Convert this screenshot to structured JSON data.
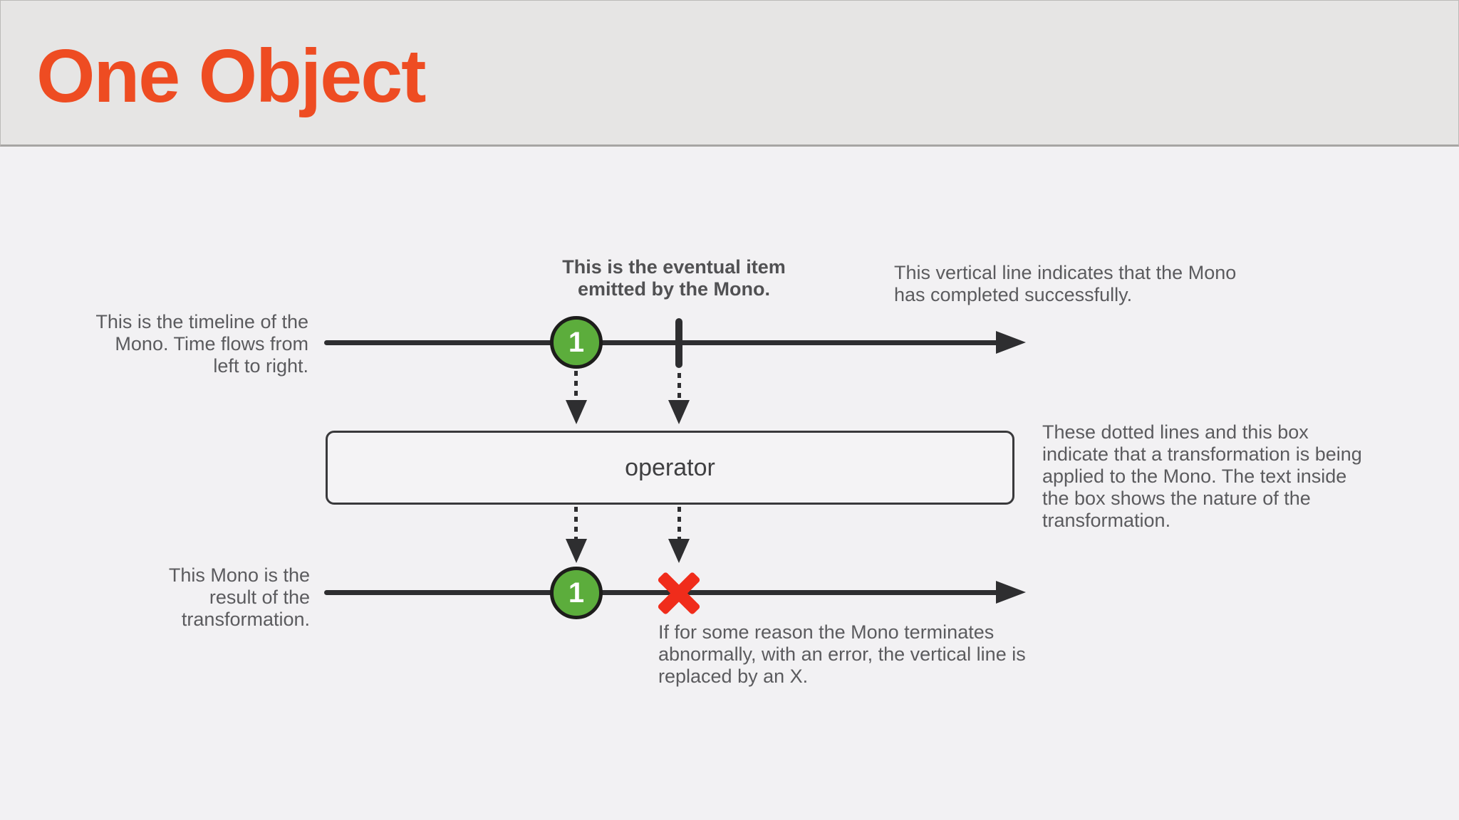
{
  "header": {
    "title": "One Object"
  },
  "colors": {
    "accent": "#ee4c22",
    "header_bg": "#e6e5e4",
    "body_bg": "#f2f1f3",
    "box_bg": "#f4f3f5",
    "ink": "#2e2e30",
    "note_text": "#5b5b5e",
    "marble_green": "#5cad3c",
    "marble_border": "#1d1d1b",
    "error_red": "#f02c1b"
  },
  "diagram": {
    "marble_value": "1",
    "operator_label": "operator",
    "annotations": {
      "eventual_item": "This is the eventual item\nemitted by the Mono.",
      "completed": "This vertical line indicates that the Mono\nhas completed successfully.",
      "timeline": "This is the timeline of the\nMono. Time flows from\nleft to right.",
      "transformation_box": "These dotted lines and this box\nindicate that a transformation is being\napplied to the Mono. The text inside\nthe box shows the nature of the\ntransformation.",
      "result": "This Mono is the\nresult of the\ntransformation.",
      "error": "If for some reason the Mono terminates\nabnormally, with an error, the vertical line is\nreplaced by an X."
    }
  }
}
